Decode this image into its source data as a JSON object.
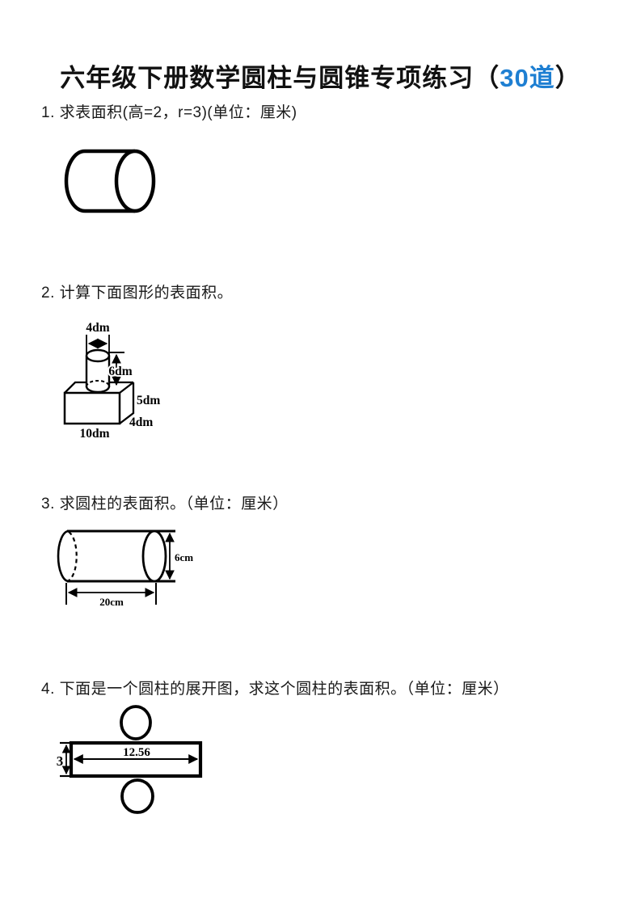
{
  "page_title": {
    "prefix": "六年级下册数学圆柱与圆锥专项练习（",
    "highlight": "30道",
    "suffix": "）",
    "highlight_color": "#1e7fd2",
    "text_color": "#111111"
  },
  "questions": [
    {
      "text": "1. 求表面积(高=2，r=3)(单位：厘米)"
    },
    {
      "text": "2. 计算下面图形的表面积。"
    },
    {
      "text": "3. 求圆柱的表面积。（单位：厘米）"
    },
    {
      "text": "4. 下面是一个圆柱的展开图，求这个圆柱的表面积。（单位：厘米）"
    }
  ],
  "figures": {
    "fig2": {
      "labels": {
        "cylinder_diameter": "4dm",
        "cylinder_height": "6dm",
        "box_height": "5dm",
        "box_depth": "4dm",
        "box_width": "10dm"
      }
    },
    "fig3": {
      "labels": {
        "diameter": "6cm",
        "length": "20cm"
      }
    },
    "fig4": {
      "labels": {
        "rect_height": "3",
        "rect_width": "12.56"
      }
    }
  }
}
